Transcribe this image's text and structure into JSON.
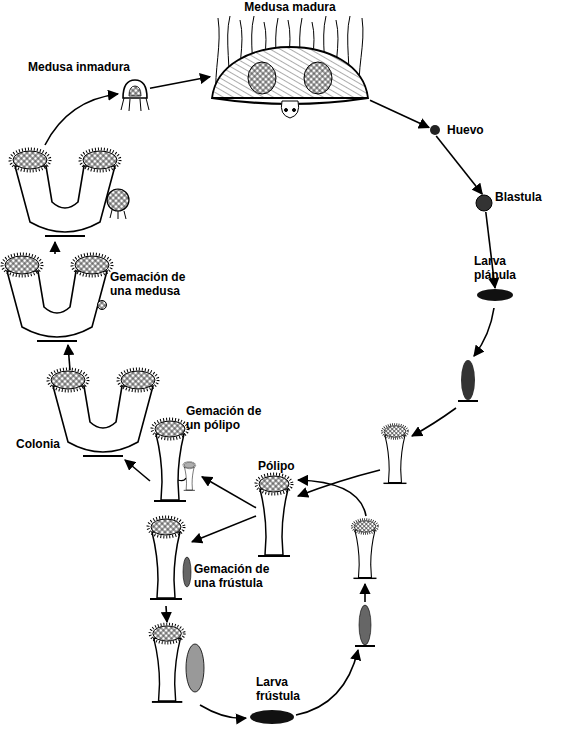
{
  "diagram": {
    "nodes": [
      {
        "text": [
          "Medusa madura"
        ]
      },
      {
        "text": [
          "Medusa inmadura"
        ]
      },
      {
        "text": [
          "Huevo"
        ]
      },
      {
        "text": [
          "Blastula"
        ]
      },
      {
        "text": [
          "Gemación de una medusa"
        ]
      },
      {
        "text": [
          "Larva plánula"
        ]
      },
      {
        "text": [
          "Colonia"
        ]
      },
      {
        "text": [
          "Gemación de un pólipo"
        ]
      },
      {
        "text": [
          "Pólipo"
        ]
      },
      {
        "text": [
          "Gemación de una frústula"
        ]
      },
      {
        "text": [
          "Larva frústula"
        ]
      }
    ],
    "edges": [
      {
        "from": 0,
        "to": 2,
        "arrow": "to"
      },
      {
        "from": 2,
        "to": 3,
        "arrow": "to"
      },
      {
        "from": 3,
        "to": 5,
        "arrow": "to"
      },
      {
        "from": 8,
        "to": 7,
        "arrow": "to"
      },
      {
        "from": 7,
        "to": 6,
        "arrow": "to"
      },
      {
        "from": 6,
        "to": 4,
        "arrow": "to"
      },
      {
        "from": 8,
        "to": 9,
        "arrow": "to"
      },
      {
        "from": 1,
        "to": 0,
        "arrow": "to"
      }
    ]
  }
}
